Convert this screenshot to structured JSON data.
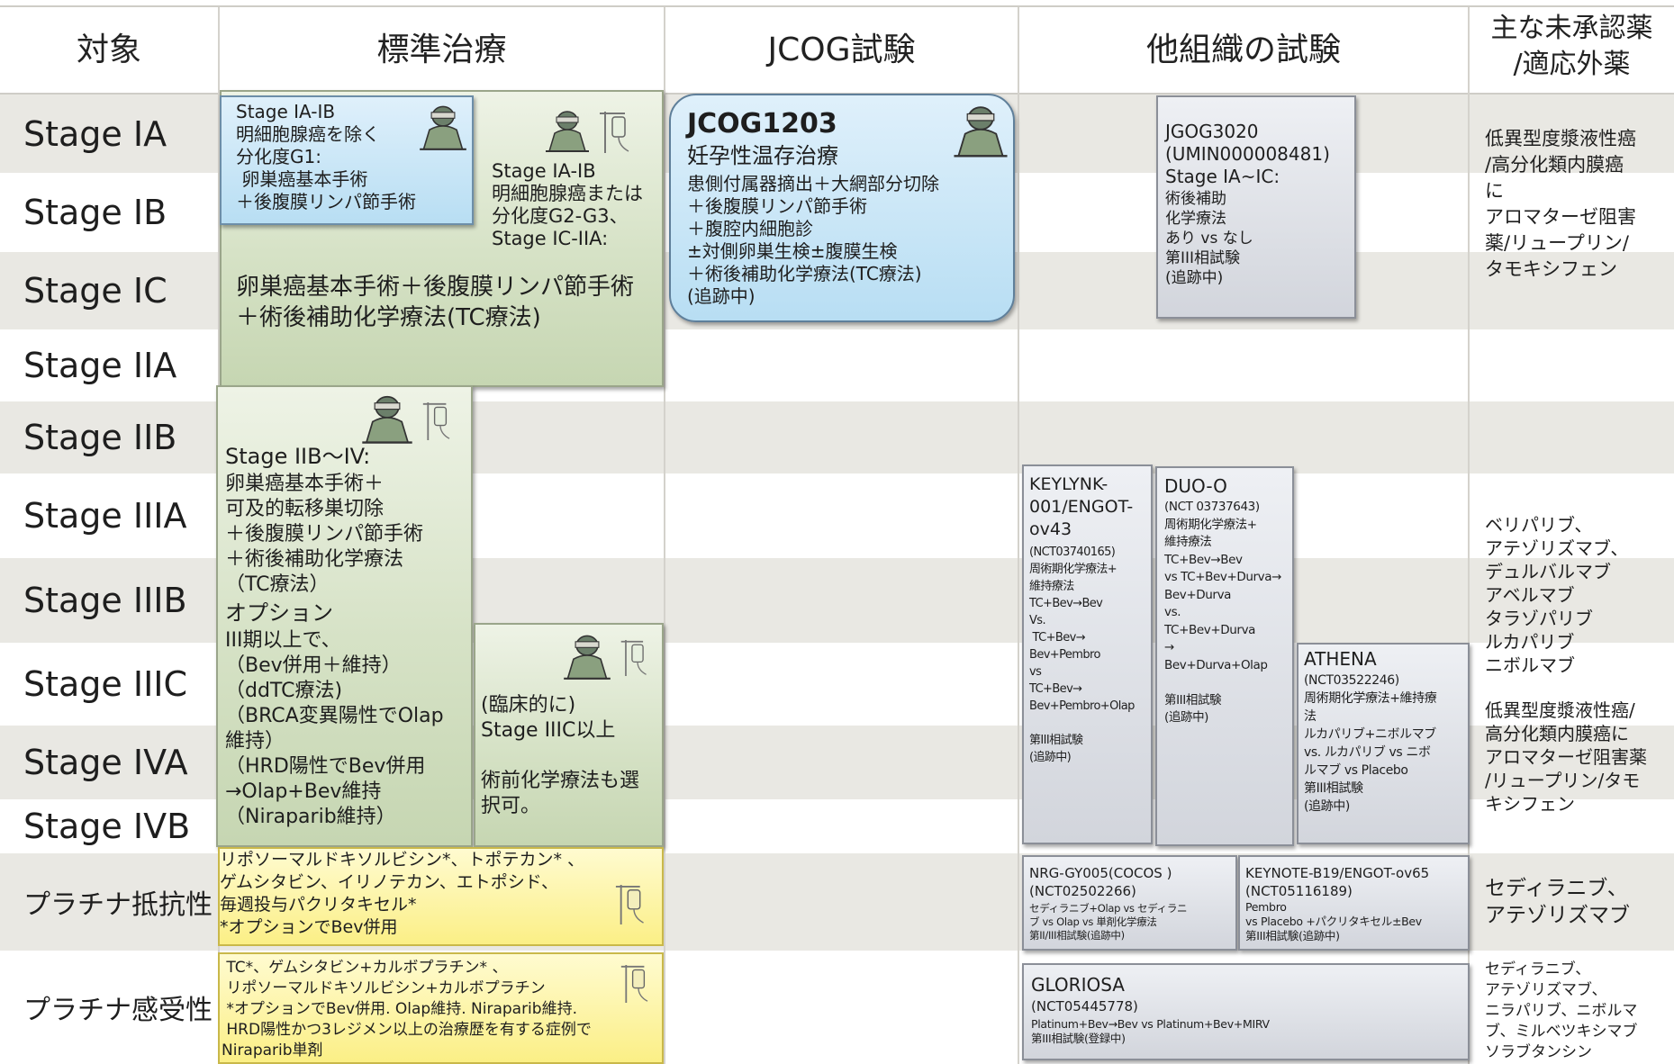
{
  "header": {
    "col1": "対象",
    "col2": "標準治療",
    "col3": "JCOG試験",
    "col4": "他組織の試験",
    "col5": "主な未承認薬\n/適応外薬"
  },
  "rows": {
    "r1": "Stage IA",
    "r2": "Stage IB",
    "r3": "Stage IC",
    "r4": "Stage IIA",
    "r5": "Stage IIB",
    "r6": "Stage IIIA",
    "r7": "Stage IIIB",
    "r8": "Stage IIIC",
    "r9": "Stage IVA",
    "r10": "Stage IVB",
    "r11": "プラチナ抵抗性",
    "r12": "プラチナ感受性"
  },
  "standard": {
    "box_a": "Stage IA-IB\n明細胞腺癌を除く\n分化度G1:\n 卵巣癌基本手術\n＋後腹膜リンパ節手術",
    "box_b_head": "Stage IA-IB\n明細胞腺癌または\n分化度G2-G3、\nStage IC-IIA:",
    "box_b_body": "卵巣癌基本手術＋後腹膜リンパ節手術\n＋術後補助化学療法(TC療法)",
    "box_c_head": "Stage IIB～IV:",
    "box_c_body": "卵巣癌基本手術＋\n可及的転移巣切除\n＋後腹膜リンパ節手術\n＋術後補助化学療法\n（TC療法）",
    "box_c_opt": "オプション",
    "box_c_opt_body": "III期以上で、\n（Bev併用＋維持）\n（ddTC療法)\n（BRCA変異陽性でOlap\n維持）\n（HRD陽性でBev併用\n→Olap+Bev維持\n（Niraparib維持）",
    "box_d": "(臨床的に)\nStage IIIC以上\n\n術前化学療法も選\n択可。",
    "resistant": "リポソーマルドキソルビシン*、トポテカン* 、\nゲムシタビン、イリノテカン、エトポシド、\n毎週投与パクリタキセル*\n*オプションでBev併用",
    "sensitive": " TC*、ゲムシタビン+カルボプラチン* 、\n リポソーマルドキソルビシン+カルボプラチン\n *オプションでBev併用. Olap維持. Niraparib維持.\n HRD陽性かつ3レジメン以上の治療歴を有する症例で\nNiraparib単剤"
  },
  "jcog": {
    "title": "JCOG1203",
    "subtitle": "妊孕性温存治療",
    "body": "患側付属器摘出＋大網部分切除\n＋後腹膜リンパ節手術\n＋腹腔内細胞診\n±対側卵巣生検±腹膜生検\n＋術後補助化学療法(TC療法)\n(追跡中)"
  },
  "other": {
    "jgog": "JGOG3020\n(UMIN000008481)\nStage IA~IC:",
    "jgog_body": "術後補助\n化学療法\nあり vs なし\n第III相試験\n(追跡中)",
    "keylynk_title": "KEYLYNK-\n001/ENGOT-\nov43",
    "keylynk_body": "(NCT03740165)\n周術期化学療法+\n維持療法\nTC+Bev→Bev\nVs.\n TC+Bev→\nBev+Pembro\nvs\nTC+Bev→\nBev+Pembro+Olap\n\n第III相試験\n(追跡中)",
    "duo_title": "DUO-O",
    "duo_body": "(NCT 03737643)\n周術期化学療法+\n維持療法\nTC+Bev→Bev\nvs TC+Bev+Durva→\nBev+Durva\nvs.\nTC+Bev+Durva\n→\nBev+Durva+Olap\n\n第III相試験\n(追跡中)",
    "athena_title": "ATHENA",
    "athena_body": "(NCT03522246)\n周術期化学療法+維持療\n法\nルカパリブ+ニボルマブ\nvs. ルカパリブ vs ニボ\nルマブ vs Placebo\n第III相試験\n(追跡中)",
    "nrg": "NRG-GY005(COCOS )\n(NCT02502266)",
    "nrg_body": "セディラニブ+Olap vs セディラニ\nブ vs Olap vs 単剤化学療法\n第II/III相試験(追跡中)",
    "keynote": "KEYNOTE-B19/ENGOT-ov65\n(NCT05116189)",
    "keynote_body": "Pembro\nvs Placebo +パクリタキセル±Bev\n第III相試験(追跡中)",
    "gloriosa_title": "GLORIOSA",
    "gloriosa_sub": "(NCT05445778)",
    "gloriosa_body": "Platinum+Bev→Bev vs Platinum+Bev+MIRV\n第III相試験(登録中)"
  },
  "unapproved": {
    "u1": "低異型度漿液性癌\n/高分化類内膜癌\nに\nアロマターゼ阻害\n薬/リュープリン/\nタモキシフェン",
    "u2": "ベリパリブ、\nアテゾリズマブ、\nデュルバルマブ\nアベルマブ\nタラゾパリブ\nルカパリブ\nニボルマブ",
    "u3": "低異型度漿液性癌/\n高分化類内膜癌に\nアロマターゼ阻害薬\n/リュープリン/タモ\nキシフェン",
    "u4": "セディラニブ、\nアテゾリズマブ",
    "u5": "セディラニブ、\nアテゾリズマブ、\nニラパリブ、ニボルマ\nブ、ミルベツキシマブ\nソラブタンシン"
  },
  "icons": {
    "surgeon": "surgeon-icon",
    "iv_drip": "iv-drip-icon"
  }
}
